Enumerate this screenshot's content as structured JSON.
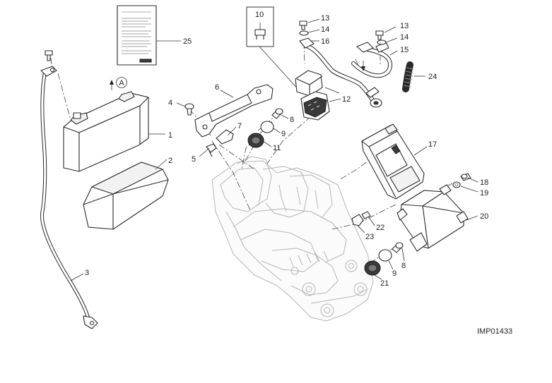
{
  "reference_code": "IMP01433",
  "view_marker": "A",
  "callouts": {
    "c1": "1",
    "c2": "2",
    "c3": "3",
    "c4": "4",
    "c5": "5",
    "c6": "6",
    "c7": "7",
    "c8a": "8",
    "c8b": "8",
    "c9a": "9",
    "c9b": "9",
    "c10": "10",
    "c11": "11",
    "c12": "12",
    "c13a": "13",
    "c13b": "13",
    "c14a": "14",
    "c14b": "14",
    "c15": "15",
    "c16": "16",
    "c17": "17",
    "c18": "18",
    "c19": "19",
    "c20": "20",
    "c21": "21",
    "c22": "22",
    "c23": "23",
    "c24": "24",
    "c25": "25"
  }
}
